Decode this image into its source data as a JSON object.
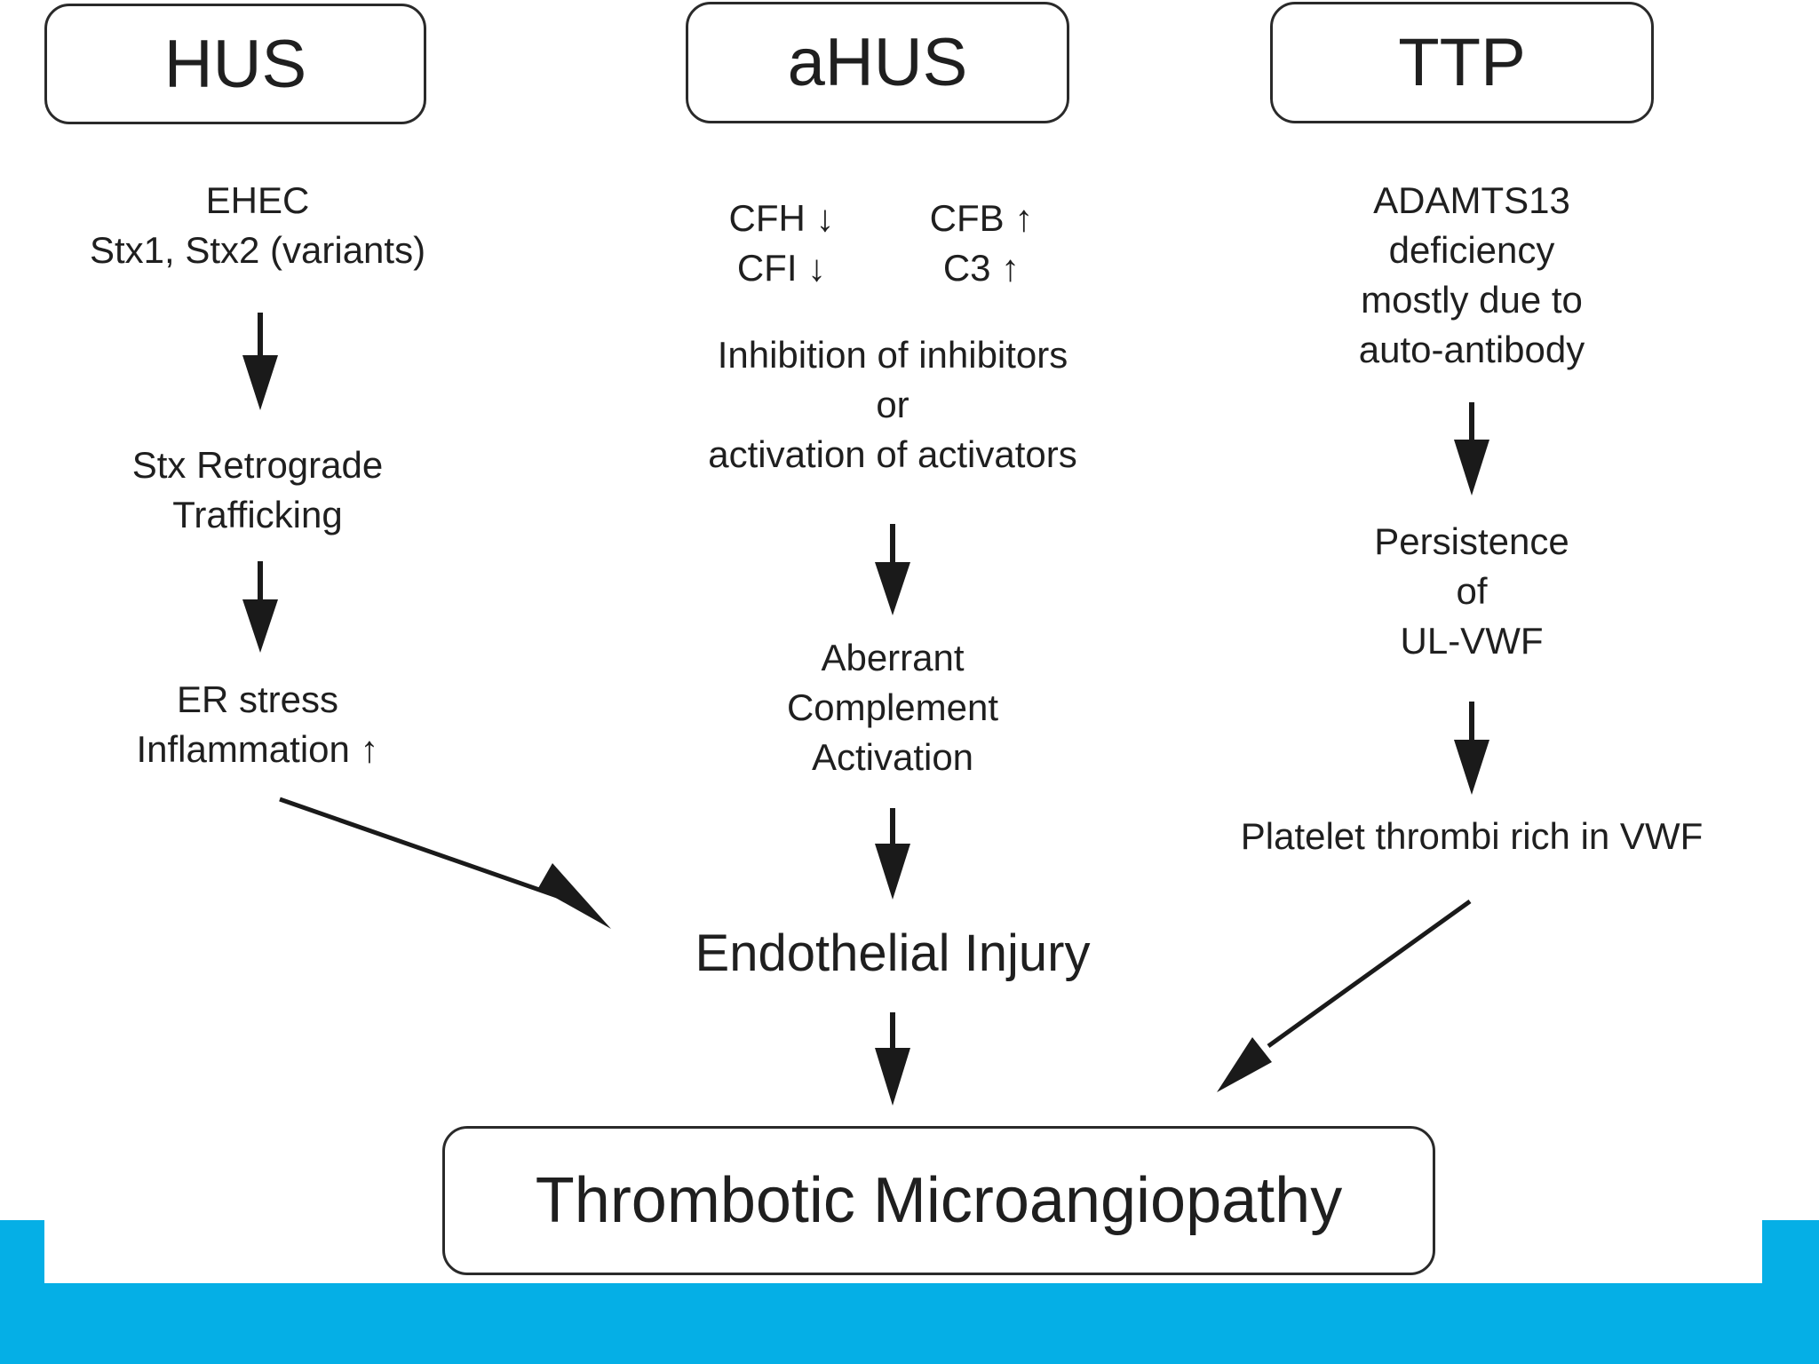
{
  "boxes": {
    "hus": "HUS",
    "ahus": "aHUS",
    "ttp": "TTP",
    "tma": "Thrombotic Microangiopathy"
  },
  "hus": {
    "cause": [
      "EHEC",
      "Stx1, Stx2 (variants)"
    ],
    "step1": [
      "Stx Retrograde",
      "Trafficking"
    ],
    "step2": [
      "ER stress",
      "Inflammation ↑"
    ]
  },
  "ahus": {
    "factors_left": [
      "CFH ↓",
      "CFI ↓"
    ],
    "factors_right": [
      "CFB ↑",
      "C3 ↑"
    ],
    "mechanism": [
      "Inhibition of inhibitors",
      "or",
      "activation of activators"
    ],
    "step1": [
      "Aberrant",
      "Complement",
      "Activation"
    ]
  },
  "ttp": {
    "cause": [
      "ADAMTS13",
      "deficiency",
      "mostly due to",
      "auto-antibody"
    ],
    "step1": [
      "Persistence",
      "of",
      "UL-VWF"
    ],
    "step2": "Platelet thrombi rich in VWF"
  },
  "center": {
    "injury": "Endothelial Injury"
  },
  "colors": {
    "accent": "#05afe6",
    "ink": "#1f1f1f"
  }
}
